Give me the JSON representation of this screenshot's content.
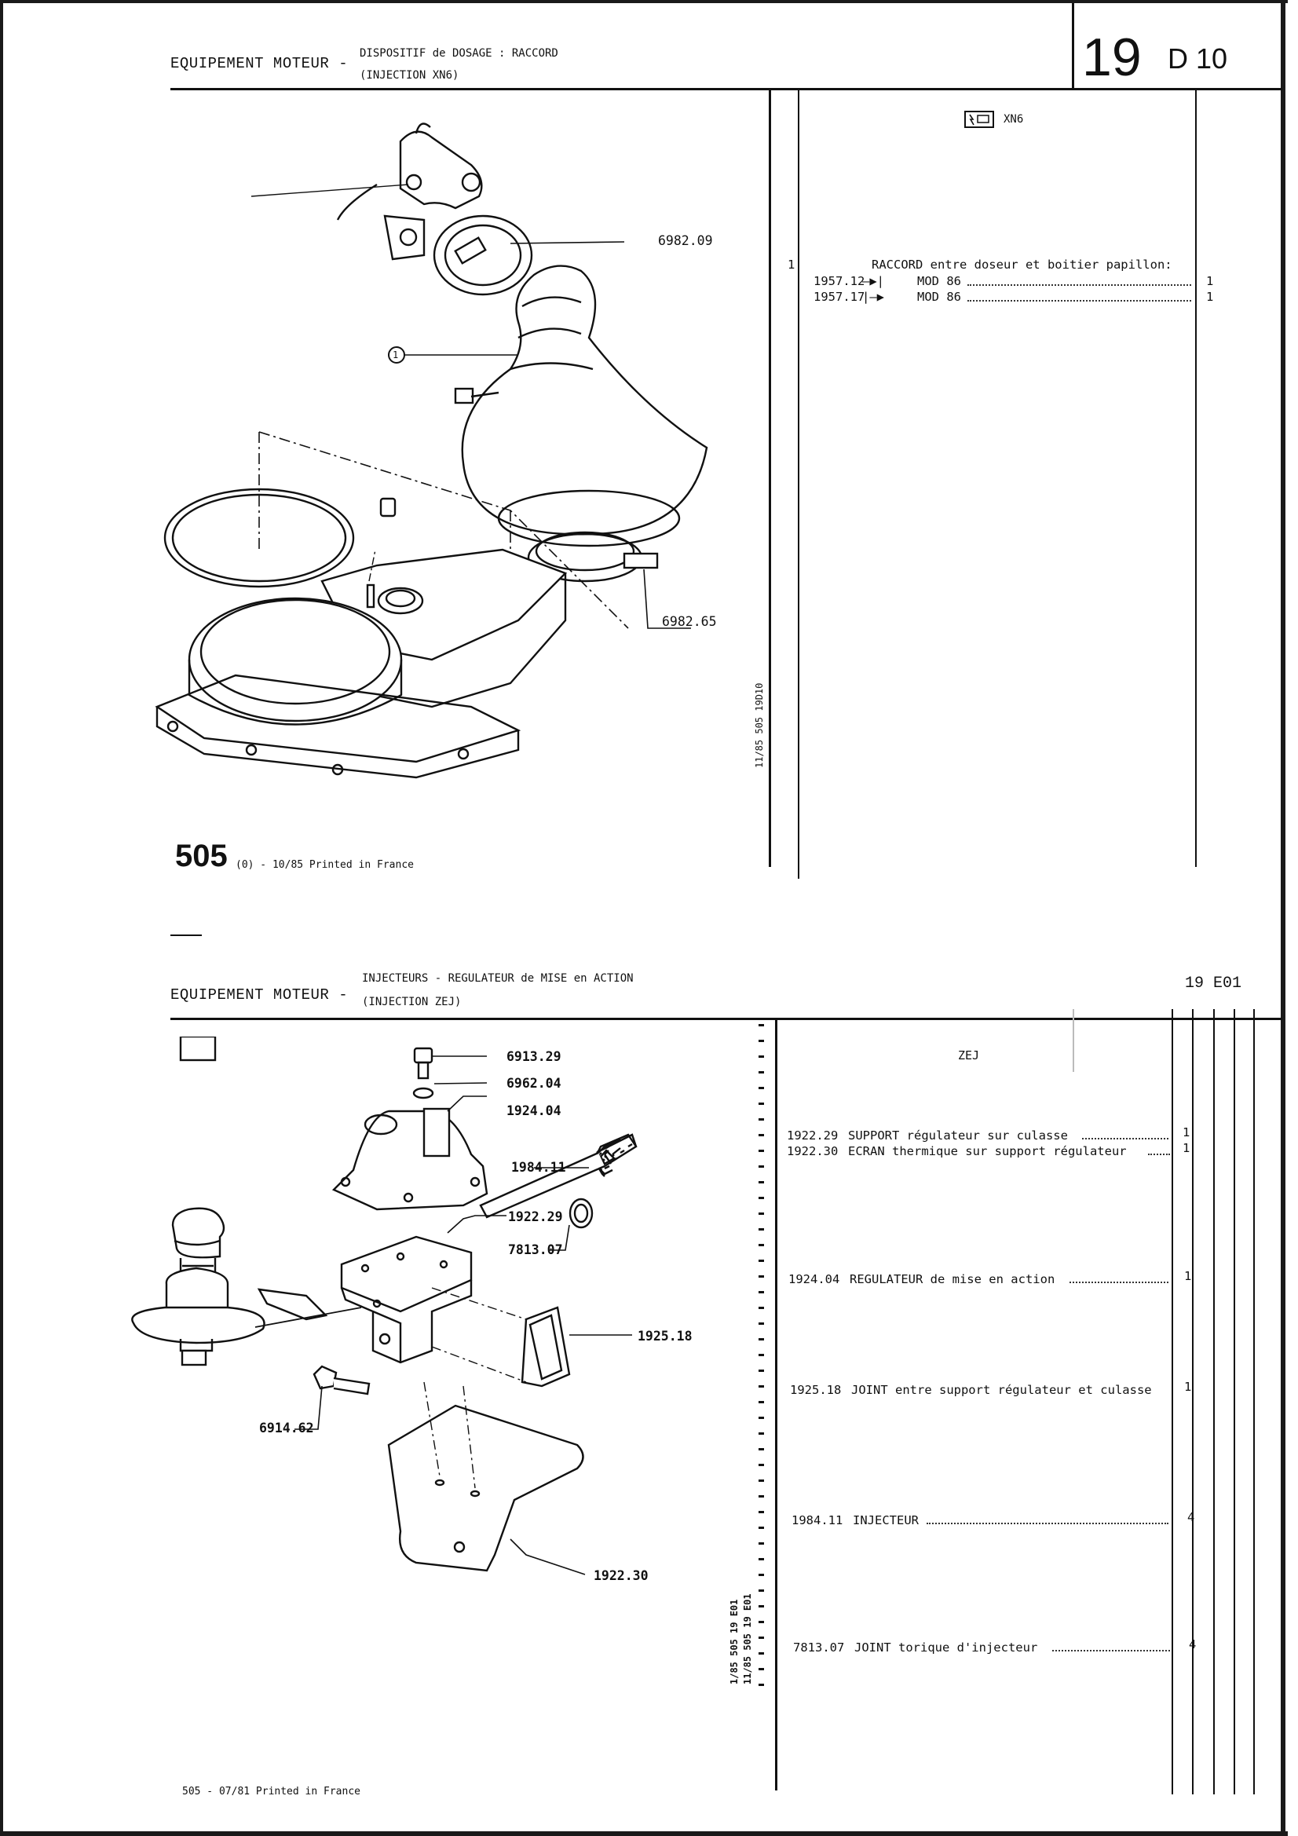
{
  "top": {
    "section": "EQUIPEMENT MOTEUR -",
    "title_line1": "DISPOSITIF de DOSAGE : RACCORD",
    "title_line2": "(INJECTION XN6)",
    "code_main": "19",
    "code_sub": "D 10",
    "engine_badge": "XN6",
    "callouts": [
      "6982.09",
      "6982.65"
    ],
    "ref_circle": "1",
    "side_ref": "11/85 505 19D10",
    "parts": {
      "item": "1",
      "desc": "RACCORD entre doseur et boitier papillon:",
      "rows": [
        {
          "ref": "1957.12",
          "arrow": "—▶|",
          "text": "MOD 86",
          "qty": "1"
        },
        {
          "ref": "1957.17",
          "arrow": "|—▶",
          "text": "MOD 86",
          "qty": "1"
        }
      ]
    },
    "footer_model": "505",
    "footer_text": "(0) - 10/85 Printed in France"
  },
  "bottom": {
    "section": "EQUIPEMENT MOTEUR -",
    "title_line1": "INJECTEURS - REGULATEUR de MISE en ACTION",
    "title_line2": "(INJECTION ZEJ)",
    "code": "19 E01",
    "engine": "ZEJ",
    "callouts": [
      "6913.29",
      "6962.04",
      "1924.04",
      "1984.11",
      "1922.29",
      "7813.07",
      "1925.18",
      "6914.62",
      "1922.30"
    ],
    "side_ref_1": "1/85 505 19 E01",
    "side_ref_2": "11/85 505 19 E01",
    "parts": [
      {
        "ref": "1922.29",
        "desc": "SUPPORT régulateur sur culasse",
        "qty": "1"
      },
      {
        "ref": "1922.30",
        "desc": "ECRAN thermique sur support régulateur",
        "qty": "1"
      },
      {
        "ref": "1924.04",
        "desc": "REGULATEUR de mise en action",
        "qty": "1"
      },
      {
        "ref": "1925.18",
        "desc": "JOINT entre support régulateur et culasse",
        "qty": "1"
      },
      {
        "ref": "1984.11",
        "desc": "INJECTEUR",
        "qty": "4"
      },
      {
        "ref": "7813.07",
        "desc": "JOINT torique d'injecteur",
        "qty": "4"
      }
    ],
    "footer": "505 - 07/81 Printed in France"
  }
}
